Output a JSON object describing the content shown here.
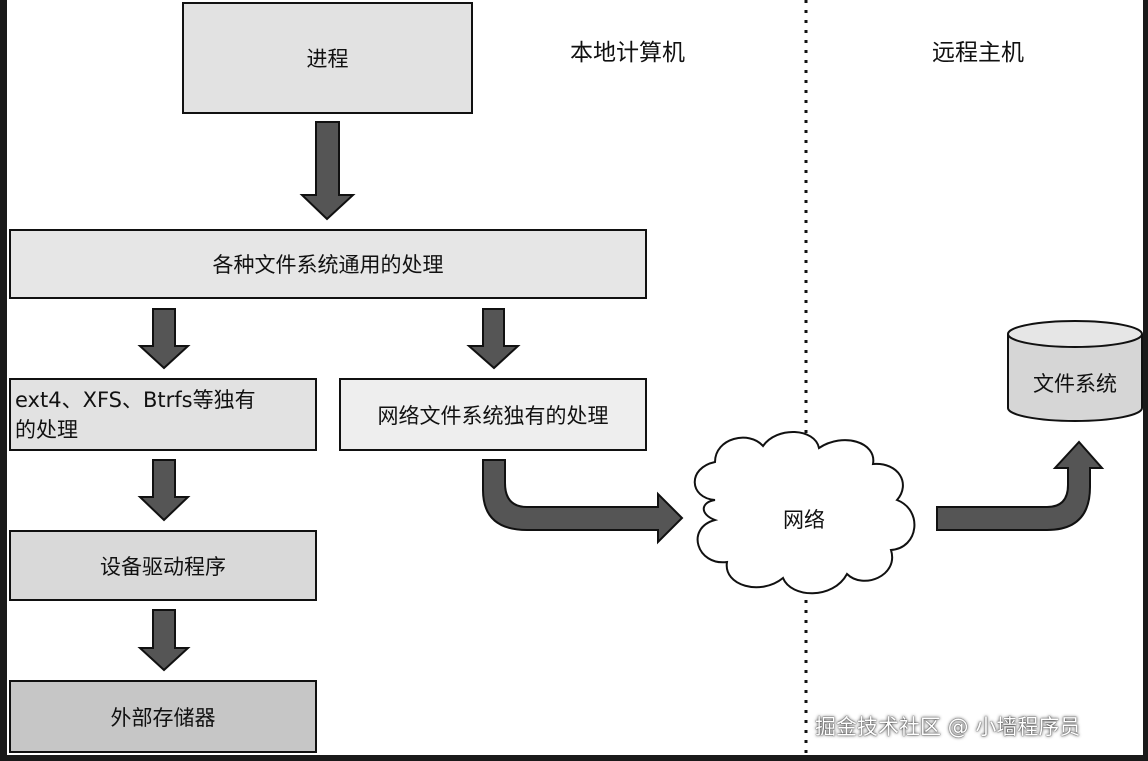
{
  "regions": {
    "local_label": "本地计算机",
    "remote_label": "远程主机"
  },
  "boxes": {
    "process": "进程",
    "common_processing": "各种文件系统通用的处理",
    "fs_specific_line1": "ext4、XFS、Btrfs等独有",
    "fs_specific_line2": "的处理",
    "network_fs_specific": "网络文件系统独有的处理",
    "device_driver": "设备驱动程序",
    "external_storage": "外部存储器"
  },
  "network": {
    "label": "网络"
  },
  "remote_fs": {
    "label": "文件系统"
  },
  "watermark": "掘金技术社区 @ 小墙程序员",
  "colors": {
    "box_light": "#e4e4e4",
    "box_medium": "#d9d9d9",
    "box_dark": "#c6c6c6",
    "arrow": "#555555",
    "outline": "#111111"
  }
}
